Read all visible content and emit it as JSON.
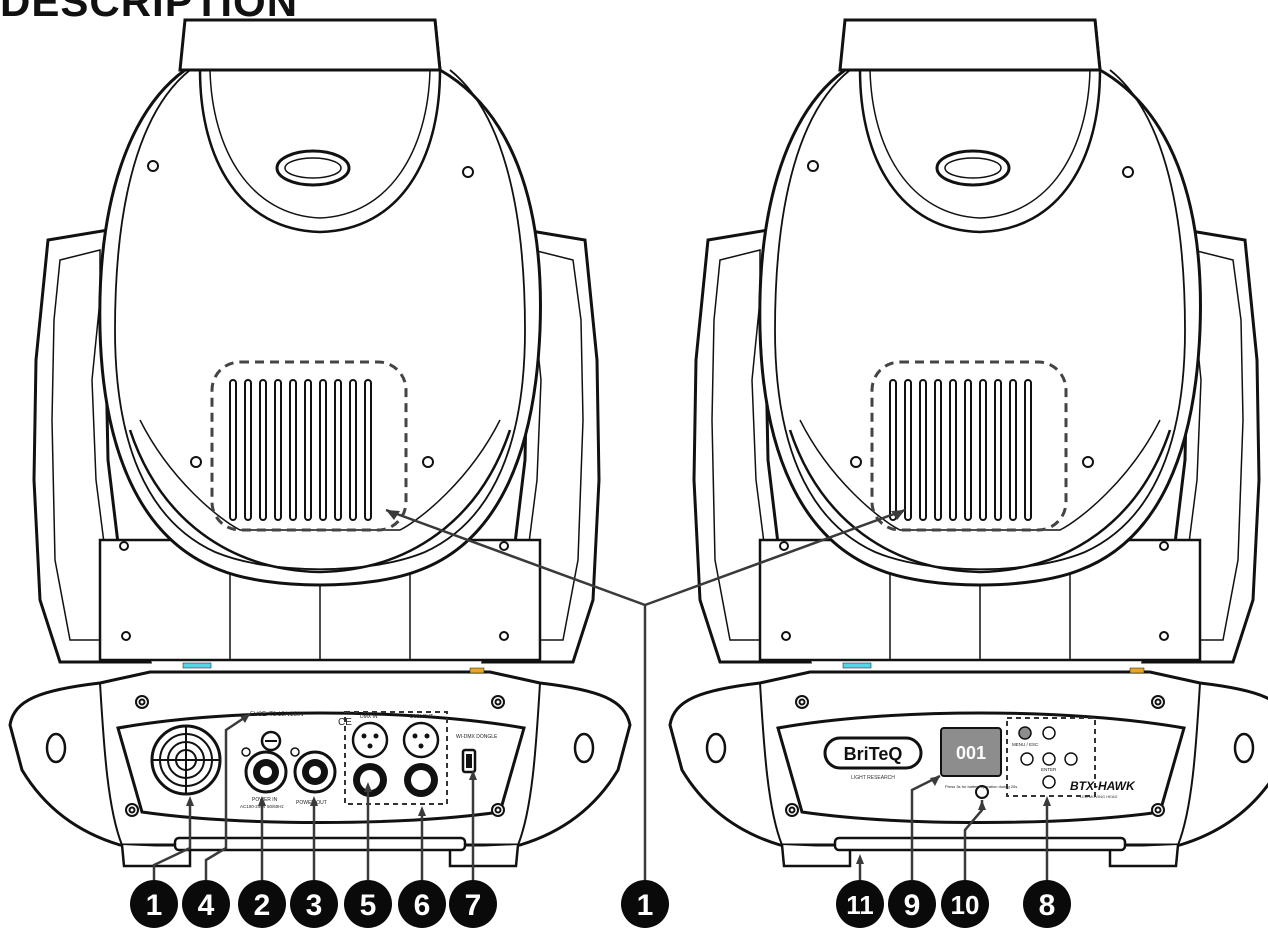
{
  "heading": "DESCRIPTION",
  "logo": "BriTeQ",
  "logo_tagline": "LIGHT RESEARCH",
  "model": "BTX-HAWK",
  "model_sub": "LED MOVING HEAD",
  "rear_labels": {
    "fuse": "FUSE: T3.15A/250V",
    "power_in": "POWER IN",
    "power_in_spec": "AC100-240V 50/60Hz",
    "power_out": "POWER OUT",
    "dmx_in": "DMX IN",
    "dmx_out": "DMX OUT",
    "wdmx": "WI-DMX DONGLE",
    "ce": "CE"
  },
  "front_labels": {
    "display_value": "001",
    "menu": "MENU / ESC",
    "enter": "ENTER",
    "battery_note": "Press 3s for battery operation during 20s"
  },
  "callouts_left": [
    "1",
    "4",
    "2",
    "3",
    "5",
    "6",
    "7"
  ],
  "callout_middle": "1",
  "callouts_right": [
    "11",
    "9",
    "10",
    "8"
  ]
}
